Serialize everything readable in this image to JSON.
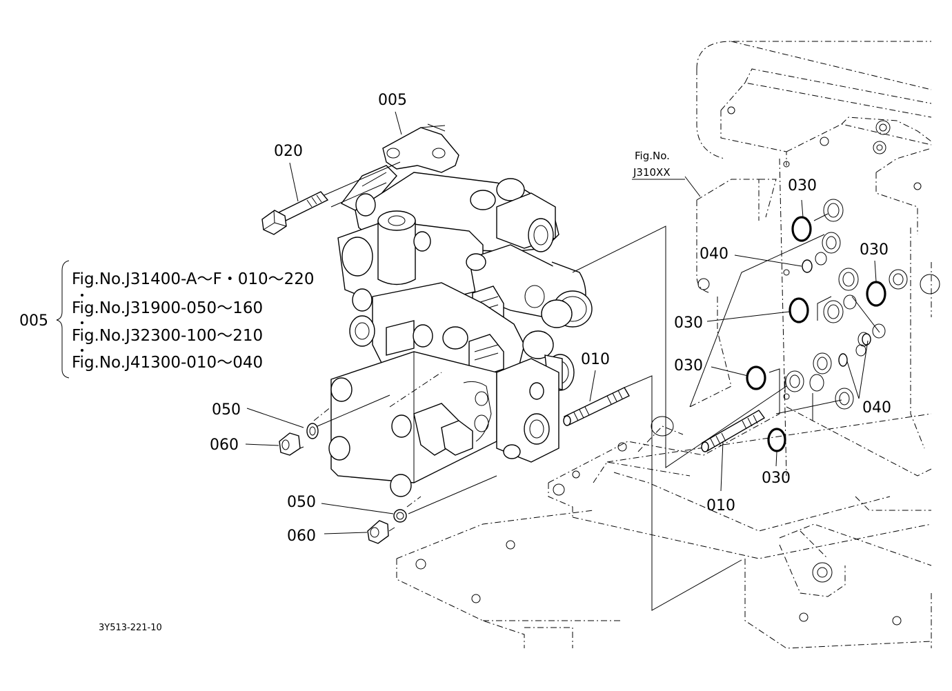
{
  "callouts": {
    "c005_top": "005",
    "c020": "020",
    "c005_left": "005",
    "c050_a": "050",
    "c060_a": "060",
    "c050_b": "050",
    "c060_b": "060",
    "c010_a": "010",
    "c010_b": "010",
    "c030_a": "030",
    "c030_b": "030",
    "c030_c": "030",
    "c030_d": "030",
    "c030_e": "030",
    "c040_a": "040",
    "c040_b": "040"
  },
  "figure_refs": [
    "Fig.No.J31400-A～F・010～220",
    "Fig.No.J31900-050～160",
    "Fig.No.J32300-100～210",
    "Fig.No.J41300-010～040"
  ],
  "fig_ref_right": {
    "line1": "Fig.No.",
    "line2": "J310XX"
  },
  "drawing_code": "3Y513-221-10"
}
